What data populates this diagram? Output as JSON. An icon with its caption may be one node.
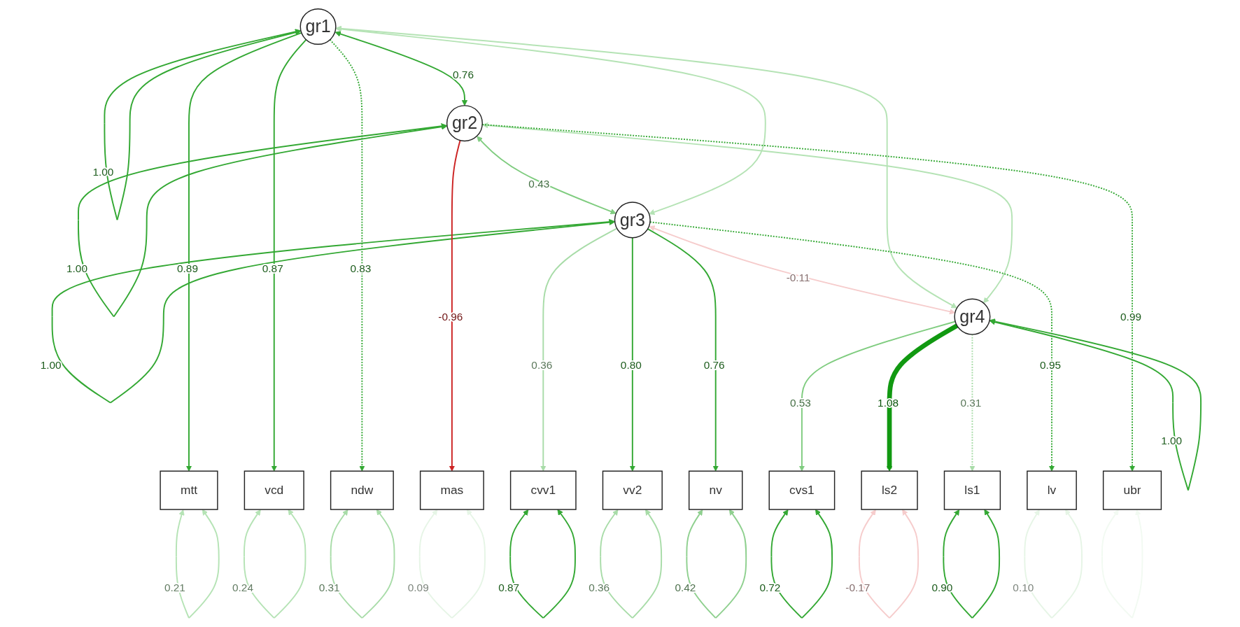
{
  "diagram": {
    "nodes": [
      {
        "text": [
          "gr1"
        ]
      },
      {
        "text": [
          "gr2"
        ]
      },
      {
        "text": [
          "gr3"
        ]
      },
      {
        "text": [
          "gr4"
        ]
      },
      {
        "text": [
          "ndw"
        ]
      },
      {
        "text": [
          "vcd"
        ]
      },
      {
        "text": [
          "mtt"
        ]
      },
      {
        "text": [
          "ubr"
        ]
      },
      {
        "text": [
          "mas"
        ]
      },
      {
        "text": [
          "lv"
        ]
      },
      {
        "text": [
          "nv"
        ]
      },
      {
        "text": [
          "vv2"
        ]
      },
      {
        "text": [
          "cvv1"
        ]
      },
      {
        "text": [
          "ls1"
        ]
      },
      {
        "text": [
          "ls2"
        ]
      },
      {
        "text": [
          "cvs1"
        ]
      }
    ],
    "edges": [
      {
        "from": 0,
        "to": 0,
        "arrow": "both",
        "label": "1.00"
      },
      {
        "from": 1,
        "to": 1,
        "arrow": "both",
        "label": "1.00"
      },
      {
        "from": 2,
        "to": 2,
        "arrow": "both",
        "label": "1.00"
      },
      {
        "from": 3,
        "to": 3,
        "arrow": "both",
        "label": "1.00"
      },
      {
        "from": 0,
        "to": 1,
        "arrow": "both",
        "label": "0.76"
      },
      {
        "from": 1,
        "to": 2,
        "arrow": "both",
        "label": "0.43",
        "color": "#7fcc7f"
      },
      {
        "from": 2,
        "to": 3,
        "arrow": "both",
        "label": "-0.11",
        "color": "#f6cccc"
      },
      {
        "from": 0,
        "to": 2,
        "arrow": "both",
        "color": "#b5e3b5"
      },
      {
        "from": 0,
        "to": 3,
        "arrow": "both",
        "color": "#b5e3b5"
      },
      {
        "from": 1,
        "to": 3,
        "arrow": "both",
        "color": "#b5e3b5"
      },
      {
        "from": 0,
        "to": 4,
        "arrow": "to",
        "label": "0.83",
        "style": "dashed"
      },
      {
        "from": 0,
        "to": 5,
        "arrow": "to",
        "label": "0.87"
      },
      {
        "from": 0,
        "to": 6,
        "arrow": "to",
        "label": "0.89"
      },
      {
        "from": 1,
        "to": 7,
        "arrow": "to",
        "label": "0.99",
        "style": "dashed"
      },
      {
        "from": 1,
        "to": 8,
        "arrow": "to",
        "label": "-0.96",
        "color": "#cc2222"
      },
      {
        "from": 2,
        "to": 9,
        "arrow": "to",
        "label": "0.95",
        "style": "dashed"
      },
      {
        "from": 2,
        "to": 10,
        "arrow": "to",
        "label": "0.76"
      },
      {
        "from": 2,
        "to": 11,
        "arrow": "to",
        "label": "0.80"
      },
      {
        "from": 2,
        "to": 12,
        "arrow": "to",
        "label": "0.36",
        "color": "#a8dca8"
      },
      {
        "from": 3,
        "to": 13,
        "arrow": "to",
        "label": "0.31",
        "style": "dashed",
        "color": "#a8dca8"
      },
      {
        "from": 3,
        "to": 14,
        "arrow": "to",
        "label": "1.08",
        "style": "thick",
        "color": "#119911"
      },
      {
        "from": 3,
        "to": 15,
        "arrow": "to",
        "label": "0.53",
        "color": "#7fcc7f"
      },
      {
        "from": 4,
        "to": 4,
        "arrow": "both",
        "label": "0.31",
        "color": "#a8dca8"
      },
      {
        "from": 5,
        "to": 5,
        "arrow": "both",
        "label": "0.24",
        "color": "#b5e3b5"
      },
      {
        "from": 6,
        "to": 6,
        "arrow": "both",
        "label": "0.21",
        "color": "#b5e3b5"
      },
      {
        "from": 7,
        "to": 7,
        "arrow": "both",
        "color": "#f2faf2"
      },
      {
        "from": 8,
        "to": 8,
        "arrow": "both",
        "label": "0.09",
        "color": "#e6f5e6"
      },
      {
        "from": 9,
        "to": 9,
        "arrow": "both",
        "label": "0.10",
        "color": "#e6f5e6"
      },
      {
        "from": 10,
        "to": 10,
        "arrow": "both",
        "label": "0.42",
        "color": "#8fd08f"
      },
      {
        "from": 11,
        "to": 11,
        "arrow": "both",
        "label": "0.36",
        "color": "#a8dca8"
      },
      {
        "from": 12,
        "to": 12,
        "arrow": "both",
        "label": "0.87"
      },
      {
        "from": 13,
        "to": 13,
        "arrow": "both",
        "label": "0.90"
      },
      {
        "from": 14,
        "to": 14,
        "arrow": "both",
        "label": "-0.17",
        "color": "#f6cccc"
      },
      {
        "from": 15,
        "to": 15,
        "arrow": "both",
        "label": "0.72"
      }
    ]
  }
}
